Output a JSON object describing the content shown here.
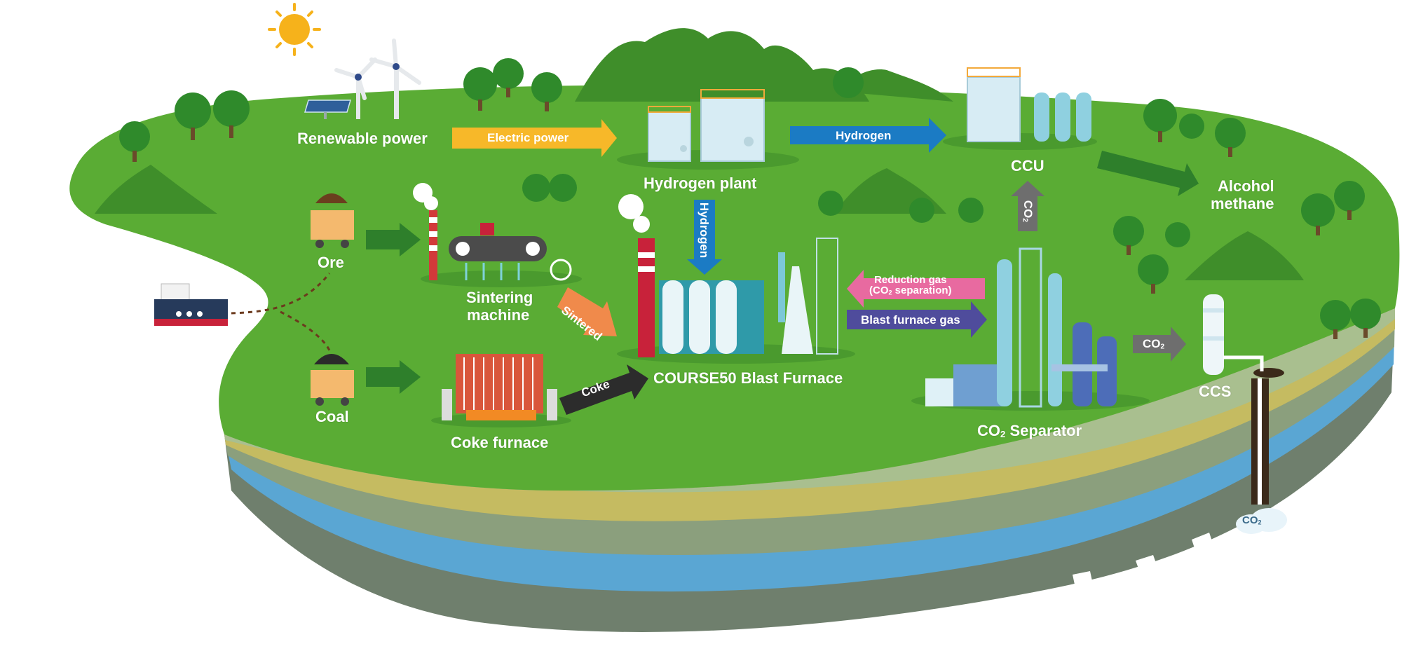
{
  "colors": {
    "grass": "#5aac34",
    "grass_dark": "#3f8e2a",
    "electric_arrow": "#f7b829",
    "hydrogen_arrow": "#1b7bc4",
    "reduction_gas_arrow": "#e86aa0",
    "blast_gas_arrow": "#4f4c9c",
    "flow_arrow": "#2e7f2b",
    "sintered_arrow": "#f08a4b",
    "coke_arrow": "#2c2c2c",
    "co2_arrow": "#6e6e6e"
  },
  "labels": {
    "renewable_power": "Renewable power",
    "hydrogen_plant": "Hydrogen plant",
    "ccu": "CCU",
    "alcohol": "Alcohol",
    "methane": "methane",
    "ore": "Ore",
    "coal": "Coal",
    "sintering_1": "Sintering",
    "sintering_2": "machine",
    "coke_furnace": "Coke furnace",
    "blast_furnace": "COURSE50 Blast Furnace",
    "co2_separator_pre": "CO",
    "co2_separator_sub": "2",
    "co2_separator_post": " Separator",
    "ccs": "CCS"
  },
  "arrows": {
    "electric_power": "Electric power",
    "hydrogen_h": "Hydrogen",
    "hydrogen_v": "Hydrogen",
    "reduction_gas_1": "Reduction gas",
    "reduction_gas_2_pre": "(CO",
    "reduction_gas_2_sub": "2",
    "reduction_gas_2_post": " separation)",
    "blast_furnace_gas": "Blast furnace gas",
    "sintered": "Sintered",
    "coke": "Coke",
    "co2_pre": "CO",
    "co2_sub": "2",
    "co2_up_pre": "CO",
    "co2_up_sub": "2",
    "co2_bubble_pre": "CO",
    "co2_bubble_sub": "2"
  }
}
